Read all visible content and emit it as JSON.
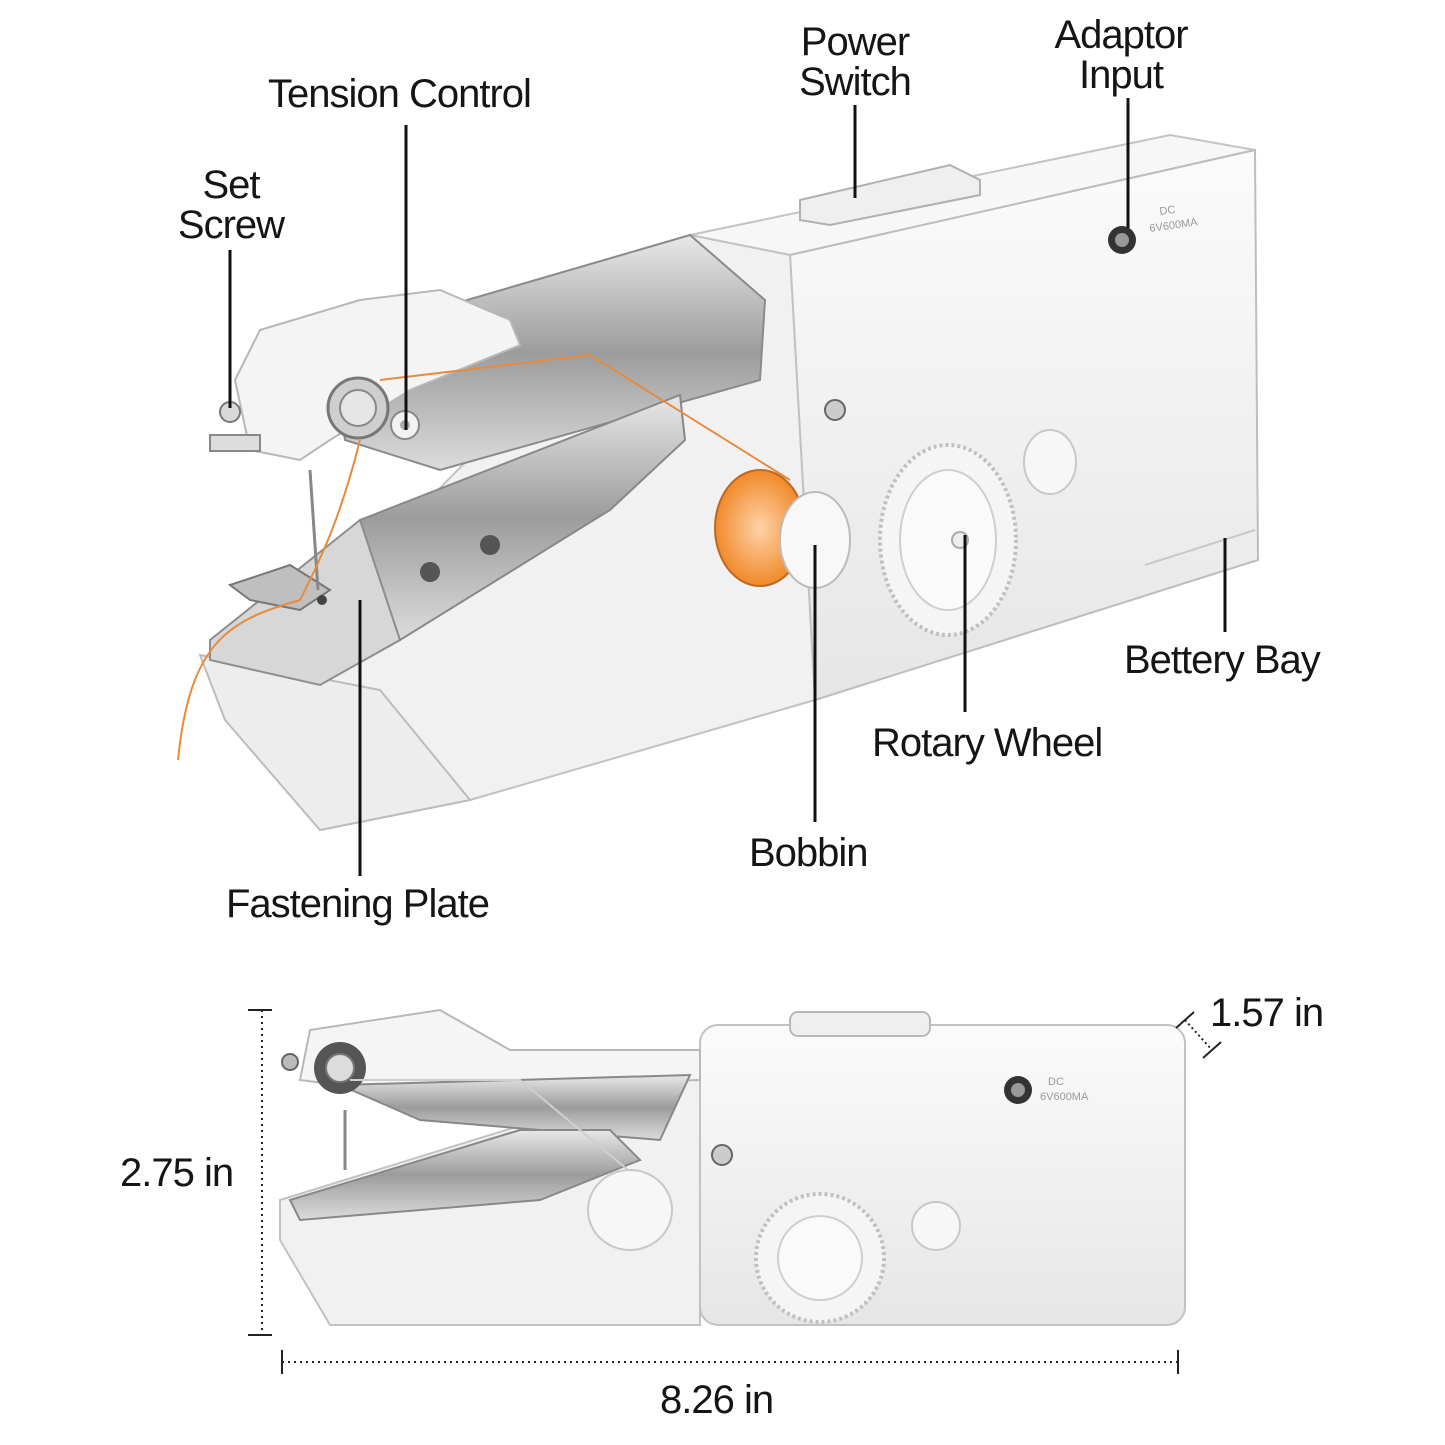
{
  "labels": {
    "tension_control": "Tension Control",
    "set_screw": [
      "Set",
      "Screw"
    ],
    "power_switch": [
      "Power",
      "Switch"
    ],
    "adaptor_input": [
      "Adaptor",
      "Input"
    ],
    "battery_bay": "Bettery Bay",
    "rotary_wheel": "Rotary Wheel",
    "bobbin": "Bobbin",
    "fastening_plate": "Fastening Plate"
  },
  "device_markings": {
    "input_rating_line1": "DC",
    "input_rating_line2": "6V600MA"
  },
  "dimensions": {
    "depth": "1.57 in",
    "height": "2.75 in",
    "width": "8.26 in"
  },
  "colors": {
    "thread": "#e88a3c",
    "body": "#f3f3f3",
    "outline": "#bdbdbd",
    "metal": "#9a9a9a",
    "leader_line": "#111111"
  }
}
